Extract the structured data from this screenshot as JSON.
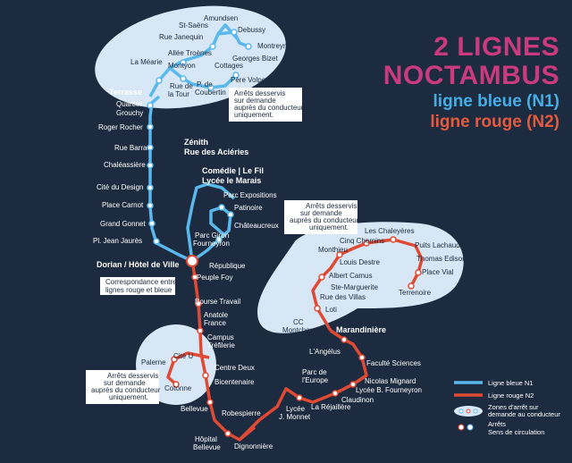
{
  "title": {
    "line1": "2 LIGNES",
    "line2": "NOCTAMBUS",
    "blue": "ligne bleue (N1)",
    "red": "ligne rouge (N2)"
  },
  "colors": {
    "background": "#1c2b3f",
    "blue_line": "#5ab8ec",
    "red_line": "#e04a34",
    "zone": "#d7e7f5",
    "title_pink": "#c93a7e"
  },
  "notes": {
    "demand_top": [
      "Arrêts desservis",
      "sur demande",
      "auprès du conducteur",
      "uniquement."
    ],
    "demand_right": [
      "Arrêts desservis",
      "sur demande",
      "auprès du conducteur",
      "uniquement."
    ],
    "demand_left": [
      "Arrêts desservis",
      "sur demande",
      "auprès du conducteur",
      "uniquement."
    ],
    "correspondance": [
      "Correspondance entre",
      "lignes rouge et bleue"
    ]
  },
  "legend": {
    "blue": "Ligne bleue N1",
    "red": "Ligne rouge N2",
    "zone": [
      "Zones d'arrêt sur",
      "demande au conducteur"
    ],
    "stops": [
      "Arrêts",
      "Sens de circulation"
    ]
  },
  "stops": {
    "amundsen": "Amundsen",
    "st_saens": "St-Saëns",
    "debussy": "Debussy",
    "rue_janequin": "Rue Janequin",
    "montreynaud": "Montreynaud",
    "allee_troenes": "Allée Troènes",
    "georges_bizet": "Georges Bizet",
    "la_mearie": "La Méarie",
    "montyon": "Montyon",
    "cottages": "Cottages",
    "rue_de_la_tour": [
      "Rue de",
      "la Tour"
    ],
    "p_de_coubertin": [
      "P. de",
      "Coubertin"
    ],
    "pere_volpette": "Père Volpette",
    "terrasse": "Terrasse",
    "quartier_grouchy": [
      "Quartier",
      "Grouchy"
    ],
    "roger_rocher": "Roger Rocher",
    "rue_barra": "Rue Barra",
    "chaleassiere": "Chaléassière",
    "cite_du_design": "Cité du Design",
    "place_carnot": "Place Carnot",
    "grand_gonnet": "Grand Gonnet",
    "pl_jean_jaures": "Pl. Jean Jaurès",
    "zenith": [
      "Zénith",
      "Rue des Aciéries"
    ],
    "comedie": [
      "Comédie | Le Fil",
      "Lycée le Marais"
    ],
    "parc_expositions": "Parc Expositions",
    "patinoire": "Patinoire",
    "chateaucreux": "Châteaucreux",
    "parc_giron": [
      "Parc Giron",
      "Fourneyron"
    ],
    "republique": "République",
    "dorian": "Dorian / Hôtel de Ville",
    "peuple_foy": "Peuple Foy",
    "bourse_travail": "Bourse Travail",
    "anatole_france": [
      "Anatole",
      "France"
    ],
    "campus_trefilerie": [
      "Campus",
      "Tréfilerie"
    ],
    "centre_deux": "Centre Deux",
    "bicentenaire": "Bicentenaire",
    "bellevue": "Bellevue",
    "robespierre": "Robespierre",
    "hopital_bellevue": [
      "Hôpital",
      "Bellevue"
    ],
    "dignonniere": "Dignonnière",
    "palerne": "Palerne",
    "cite_u": "Cité U",
    "cotonne": "Cotonne",
    "lycee_j_monnet": [
      "Lycée",
      "J. Monnet"
    ],
    "parc_europe": [
      "Parc de",
      "l'Europe"
    ],
    "la_rejailliere": "La Réjaillère",
    "claudinon": "Claudinon",
    "lycee_fourneyron": "Lycée B. Fourneyron",
    "nicolas_mignard": "Nicolas Mignard",
    "faculte_sciences": "Faculté Sciences",
    "l_angelus": "L'Angélus",
    "marandiniere": "Marandinière",
    "cc_montchovet": [
      "CC",
      "Montchovet"
    ],
    "loti": "Loti",
    "rue_des_villas": "Rue des Villas",
    "ste_marguerite": "Ste-Marguerite",
    "albert_camus": "Albert Camus",
    "louis_destre": "Louis Destre",
    "monthieu": "Monthieu",
    "cinq_chemins": "Cinq Chemins",
    "les_chaleyeres": "Les Chaleyères",
    "puits_lachaud": "Puits Lachaud",
    "thomas_edison": "Thomas Edison",
    "place_vial": "Place Vial",
    "terrenoire": "Terrenoire"
  }
}
